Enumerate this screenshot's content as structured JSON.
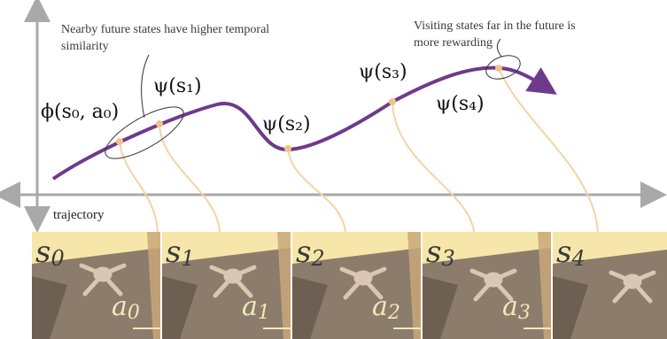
{
  "annotations": {
    "left_line1": "Nearby future states have higher temporal",
    "left_line2": "similarity",
    "right_line1": "Visiting states far in the future is",
    "right_line2": "more rewarding"
  },
  "labels": {
    "phi": "ϕ(s₀, a₀)",
    "psi1": "ψ(s₁)",
    "psi2": "ψ(s₂)",
    "psi3": "ψ(s₃)",
    "psi4": "ψ(s₄)",
    "axis": "trajectory"
  },
  "frames": [
    {
      "state": "s",
      "state_sub": "0",
      "action": "a",
      "action_sub": "0"
    },
    {
      "state": "s",
      "state_sub": "1",
      "action": "a",
      "action_sub": "1"
    },
    {
      "state": "s",
      "state_sub": "2",
      "action": "a",
      "action_sub": "2"
    },
    {
      "state": "s",
      "state_sub": "3",
      "action": "a",
      "action_sub": "3"
    },
    {
      "state": "s",
      "state_sub": "4",
      "action": "",
      "action_sub": ""
    }
  ],
  "colors": {
    "trajectory": "#6e3a8c",
    "points": "#f2c48a",
    "connectors": "#f4d3a6",
    "axes": "#a9a9a9",
    "floor": "#8c7c6c",
    "wall": "#f7e6a9"
  }
}
